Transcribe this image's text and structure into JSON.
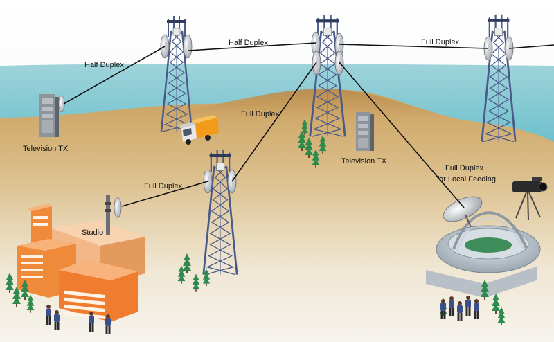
{
  "links": {
    "half_duplex_left": "Half Duplex",
    "half_duplex_top": "Half Duplex",
    "full_duplex_top_right": "Full Duplex",
    "full_duplex_mid": "Full Duplex",
    "full_duplex_studio": "Full Duplex",
    "full_duplex_local_line1": "Full Duplex",
    "full_duplex_local_line2": "for Local Feeding"
  },
  "sites": {
    "tv_tx_left": "Television TX",
    "tv_tx_center": "Television TX",
    "studio": "Studio"
  },
  "colors": {
    "sky_top": "#ffffff",
    "sea": "#6fc3cf",
    "hill": "#c9a060",
    "ground": "#ece6d4",
    "tower": "#4a5a8a",
    "link_line": "#111111",
    "building_orange": "#f08a3a",
    "building_peach": "#f3b889"
  }
}
